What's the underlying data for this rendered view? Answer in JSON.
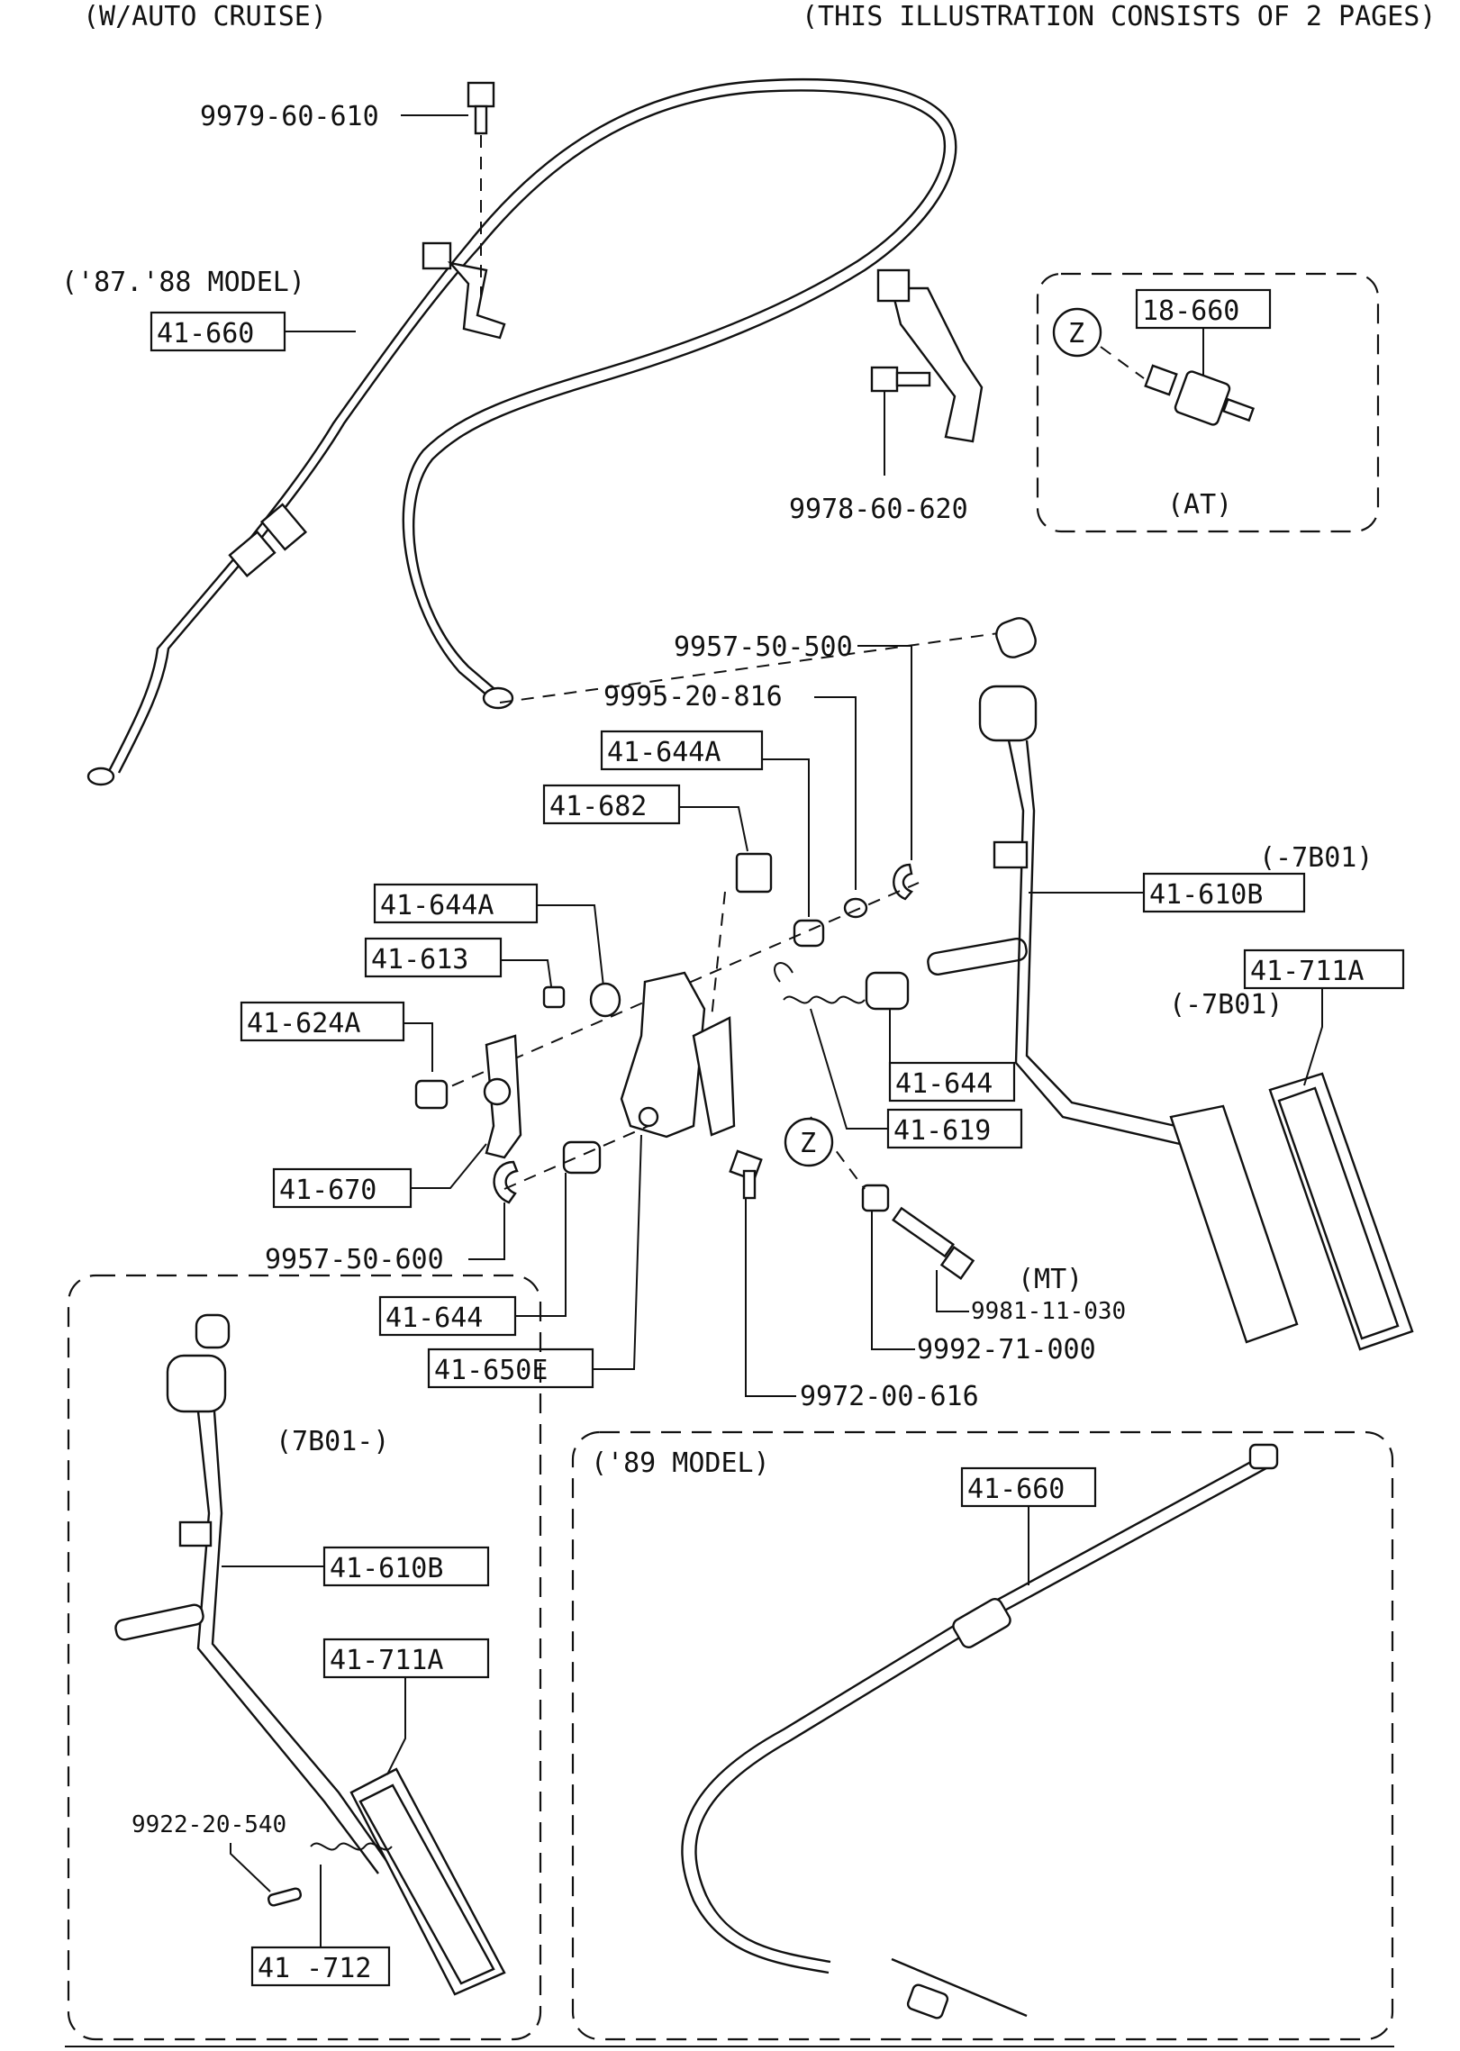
{
  "header": {
    "left": "(W/AUTO CRUISE)",
    "right": "(THIS ILLUSTRATION CONSISTS OF  2 PAGES)"
  },
  "notes": {
    "model_87_88": "('87.'88 MODEL)",
    "model_89": "('89 MODEL)",
    "at": "(AT)",
    "mt": "(MT)",
    "range_to_7b01_a": "(-7B01)",
    "range_to_7b01_b": "(-7B01)",
    "range_from_7b01": "(7B01-)",
    "z_mark_a": "Z",
    "z_mark_b": "Z"
  },
  "parts": {
    "p_9979_60_610": "9979-60-610",
    "p_41_660_top": "41-660",
    "p_18_660": "18-660",
    "p_9978_60_620": "9978-60-620",
    "p_9957_50_500": "9957-50-500",
    "p_9995_20_816": "9995-20-816",
    "p_41_644A_top": "41-644A",
    "p_41_682": "41-682",
    "p_41_644A_mid": "41-644A",
    "p_41_613": "41-613",
    "p_41_624A": "41-624A",
    "p_41_610B_main": "41-610B",
    "p_41_711A_main": "41-711A",
    "p_41_644_right": "41-644",
    "p_41_619": "41-619",
    "p_41_670": "41-670",
    "p_9957_50_600": "9957-50-600",
    "p_41_644_left": "41-644",
    "p_41_650E": "41-650E",
    "p_9981_11_030": "9981-11-030",
    "p_9992_71_000": "9992-71-000",
    "p_9972_00_616": "9972-00-616",
    "p_41_610B_inset": "41-610B",
    "p_41_711A_inset": "41-711A",
    "p_9922_20_540": "9922-20-540",
    "p_41_712": "41 -712",
    "p_41_660_inset": "41-660"
  }
}
